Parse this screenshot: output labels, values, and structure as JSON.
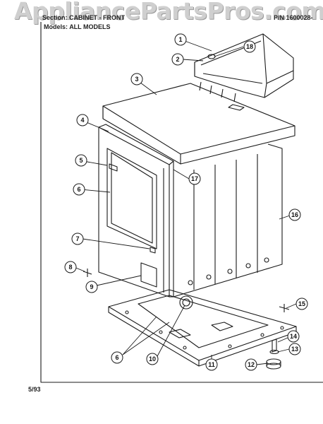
{
  "watermark": "AppliancePartsPros.com",
  "header": {
    "section_label": "Section:",
    "section_value": "CABINET - FRONT",
    "pn_label": "P/N 1600028-",
    "models_label": "Models:",
    "models_value": "ALL MODELS"
  },
  "callouts": [
    {
      "id": "c1",
      "label": "1"
    },
    {
      "id": "c2",
      "label": "2"
    },
    {
      "id": "c18",
      "label": "18"
    },
    {
      "id": "c3",
      "label": "3"
    },
    {
      "id": "c4",
      "label": "4"
    },
    {
      "id": "c5",
      "label": "5"
    },
    {
      "id": "c17",
      "label": "17"
    },
    {
      "id": "c6a",
      "label": "6"
    },
    {
      "id": "c16",
      "label": "16"
    },
    {
      "id": "c7",
      "label": "7"
    },
    {
      "id": "c8",
      "label": "8"
    },
    {
      "id": "c9",
      "label": "9"
    },
    {
      "id": "c15",
      "label": "15"
    },
    {
      "id": "c6b",
      "label": "6"
    },
    {
      "id": "c10",
      "label": "10"
    },
    {
      "id": "c14",
      "label": "14"
    },
    {
      "id": "c13",
      "label": "13"
    },
    {
      "id": "c11",
      "label": "11"
    },
    {
      "id": "c12",
      "label": "12"
    }
  ],
  "footer": {
    "date": "5/93"
  },
  "colors": {
    "line": "#1a1a1a",
    "watermark": "#cfcfcf",
    "background": "#ffffff"
  }
}
